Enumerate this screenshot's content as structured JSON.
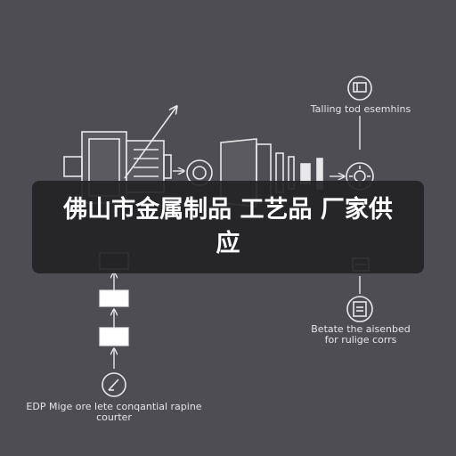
{
  "banner": {
    "title": "佛山市金属制品 工艺品 厂家供应"
  },
  "labels": {
    "top_right": "Talling tod esemhins",
    "bottom_right_line1": "Betate the aisenbed",
    "bottom_right_line2": "for rulige corrs",
    "bottom_left_line1": "EDP Mige ore lete conqantial rapine",
    "bottom_left_line2": "courter"
  },
  "colors": {
    "background": "#4d4d53",
    "line": "#e8e8ea",
    "banner": "#242426"
  },
  "icons": [
    "tool-icon",
    "gear-icon",
    "battery-icon",
    "clipboard-icon",
    "pen-icon"
  ]
}
